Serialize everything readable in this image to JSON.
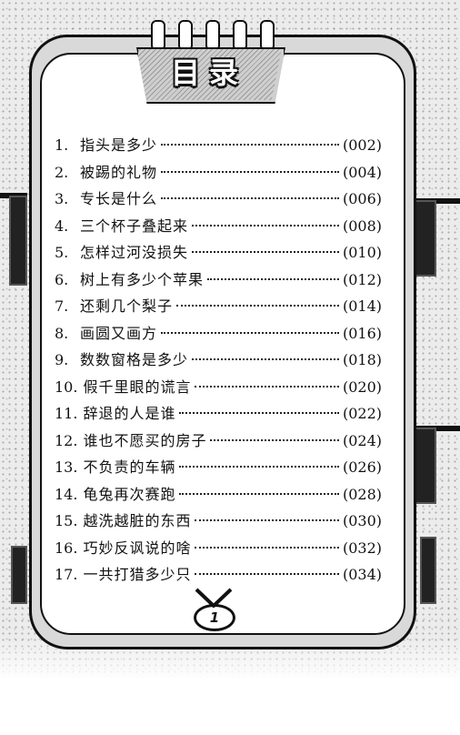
{
  "title": "目录",
  "toc": [
    {
      "num": "1.",
      "title": "指头是多少",
      "page": "(002)"
    },
    {
      "num": "2.",
      "title": "被踢的礼物",
      "page": "(004)"
    },
    {
      "num": "3.",
      "title": "专长是什么",
      "page": "(006)"
    },
    {
      "num": "4.",
      "title": "三个杯子叠起来",
      "page": "(008)"
    },
    {
      "num": "5.",
      "title": "怎样过河没损失",
      "page": "(010)"
    },
    {
      "num": "6.",
      "title": "树上有多少个苹果",
      "page": "(012)"
    },
    {
      "num": "7.",
      "title": "还剩几个梨子",
      "page": "(014)"
    },
    {
      "num": "8.",
      "title": "画圆又画方",
      "page": "(016)"
    },
    {
      "num": "9.",
      "title": "数数窗格是多少",
      "page": "(018)"
    },
    {
      "num": "10.",
      "title": "假千里眼的谎言",
      "page": "(020)"
    },
    {
      "num": "11.",
      "title": "辞退的人是谁",
      "page": "(022)"
    },
    {
      "num": "12.",
      "title": "谁也不愿买的房子",
      "page": "(024)"
    },
    {
      "num": "13.",
      "title": "不负责的车辆",
      "page": "(026)"
    },
    {
      "num": "14.",
      "title": "龟兔再次赛跑",
      "page": "(028)"
    },
    {
      "num": "15.",
      "title": "越洗越脏的东西",
      "page": "(030)"
    },
    {
      "num": "16.",
      "title": "巧妙反讽说的啥",
      "page": "(032)"
    },
    {
      "num": "17.",
      "title": "一共打猎多少只",
      "page": "(034)"
    }
  ],
  "page_number": "1"
}
